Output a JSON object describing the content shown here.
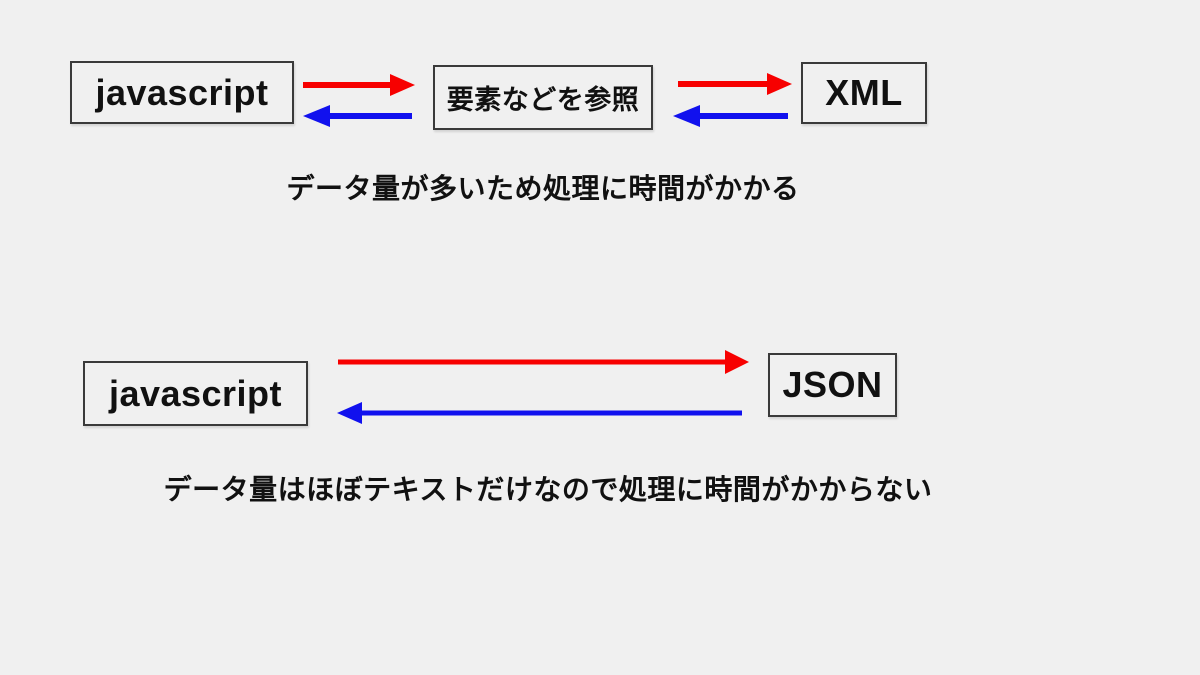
{
  "colors": {
    "bg": "#f0f0f0",
    "red": "#f70000",
    "blue": "#1111ee",
    "border": "#3a3a3a",
    "text": "#111111"
  },
  "top_flow": {
    "nodes": {
      "javascript": "javascript",
      "reference": "要素などを参照",
      "xml": "XML"
    },
    "caption": "データ量が多いため処理に時間がかかる",
    "edges": [
      {
        "from": "javascript",
        "to": "reference",
        "color": "red"
      },
      {
        "from": "reference",
        "to": "javascript",
        "color": "blue"
      },
      {
        "from": "reference",
        "to": "xml",
        "color": "red"
      },
      {
        "from": "xml",
        "to": "reference",
        "color": "blue"
      }
    ]
  },
  "bottom_flow": {
    "nodes": {
      "javascript": "javascript",
      "json": "JSON"
    },
    "caption": "データ量はほぼテキストだけなので処理に時間がかからない",
    "edges": [
      {
        "from": "javascript",
        "to": "json",
        "color": "red"
      },
      {
        "from": "json",
        "to": "javascript",
        "color": "blue"
      }
    ]
  }
}
